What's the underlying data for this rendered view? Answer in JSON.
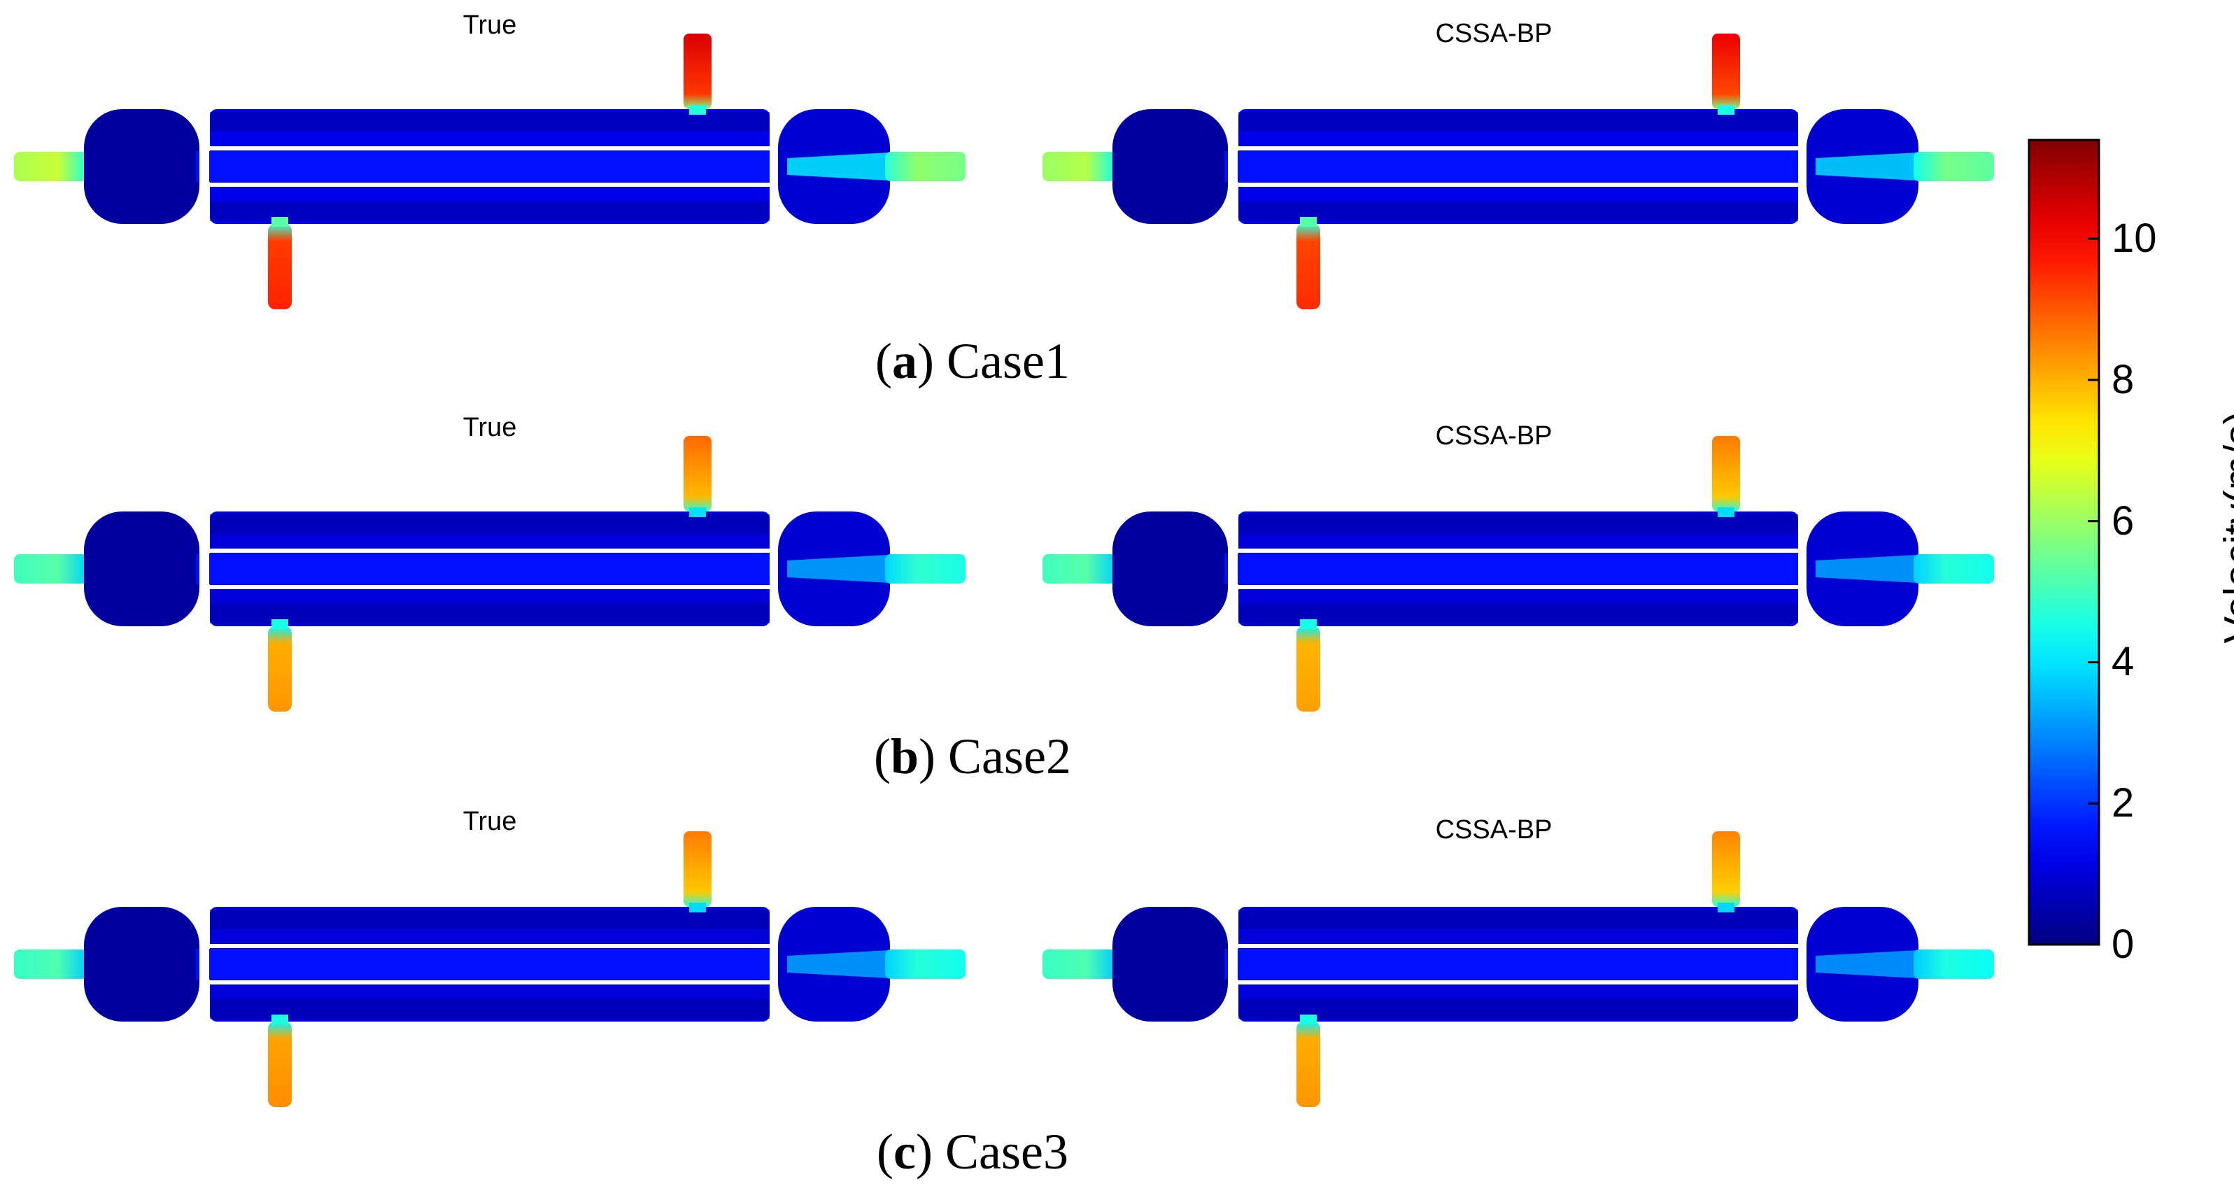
{
  "chart_data": {
    "type": "heatmap",
    "colormap": "jet",
    "colorbar": {
      "label": "Velocity(m/s)",
      "min": 0,
      "max": 11.4,
      "ticks": [
        0,
        2,
        4,
        6,
        8,
        10
      ]
    },
    "cases": [
      {
        "letter": "a",
        "name": "Case1",
        "panels": [
          {
            "title": "True",
            "inlet_velocity": 6.2,
            "outlet_velocity": 5.9,
            "upper_nozzle_velocity": 10.4,
            "lower_nozzle_velocity": 9.6,
            "shell_velocity": 1.2
          },
          {
            "title": "CSSA-BP",
            "inlet_velocity": 6.0,
            "outlet_velocity": 5.6,
            "upper_nozzle_velocity": 10.2,
            "lower_nozzle_velocity": 9.5,
            "shell_velocity": 1.2
          }
        ]
      },
      {
        "letter": "b",
        "name": "Case2",
        "panels": [
          {
            "title": "True",
            "inlet_velocity": 5.0,
            "outlet_velocity": 4.8,
            "upper_nozzle_velocity": 8.8,
            "lower_nozzle_velocity": 8.3,
            "shell_velocity": 1.0
          },
          {
            "title": "CSSA-BP",
            "inlet_velocity": 5.0,
            "outlet_velocity": 4.7,
            "upper_nozzle_velocity": 8.6,
            "lower_nozzle_velocity": 8.2,
            "shell_velocity": 1.0
          }
        ]
      },
      {
        "letter": "c",
        "name": "Case3",
        "panels": [
          {
            "title": "True",
            "inlet_velocity": 4.9,
            "outlet_velocity": 4.7,
            "upper_nozzle_velocity": 8.6,
            "lower_nozzle_velocity": 8.4,
            "shell_velocity": 1.0
          },
          {
            "title": "CSSA-BP",
            "inlet_velocity": 4.9,
            "outlet_velocity": 4.6,
            "upper_nozzle_velocity": 8.5,
            "lower_nozzle_velocity": 8.3,
            "shell_velocity": 1.0
          }
        ]
      }
    ]
  }
}
